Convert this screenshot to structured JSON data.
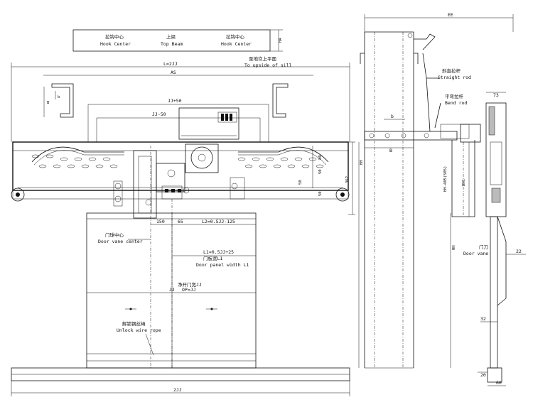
{
  "labels": {
    "hook_center_cn": "拉钩中心",
    "hook_center_en": "Hook Center",
    "top_beam_cn": "上梁",
    "top_beam_en": "Top Beam",
    "hook_center2_cn": "拉钩中心",
    "hook_center2_en": "Hook Center",
    "sill_cn": "至地坎上平面",
    "sill_en": "To upside of sill",
    "door_vane_center_cn": "门球中心",
    "door_vane_center_en": "Door vane center",
    "panel_width_cn": "门板宽L1",
    "panel_width_en": "Door panel width L1",
    "clear_open_cn": "净开门宽JJ",
    "unlock_rope_cn": "解锁钢丝绳",
    "unlock_rope_en": "Unlock wire rope",
    "straight_rod_cn": "斜直拉杆",
    "straight_rod_en": "Straight rod",
    "bend_rod_cn": "平弯拉杆",
    "bend_rod_en": "Bend rod",
    "door_vane_cn": "门刀",
    "door_vane_en": "Door vane"
  },
  "dims": {
    "ha": "HA",
    "l_2jj": "L=2JJ",
    "as": "AS",
    "b": "B",
    "jj50p": "JJ+50",
    "jj50m": "JJ-50",
    "d80": "80",
    "d50": "50",
    "d362": "362",
    "d150": "150",
    "d65": "65",
    "l2": "L2=0.5JJ-125",
    "l1": "L1=0.5JJ+25",
    "jj": "JJ",
    "op": "OP=JJ",
    "two_jj": "2JJ",
    "ee": "EE",
    "b_side": "B",
    "b_small": "b",
    "hh": "HH",
    "hh_405": "HH-405(505)",
    "dh1": "DH1",
    "hh2": "HH",
    "d73": "73",
    "d22": "22",
    "d32": "32",
    "d20": "20",
    "d60": "60"
  }
}
